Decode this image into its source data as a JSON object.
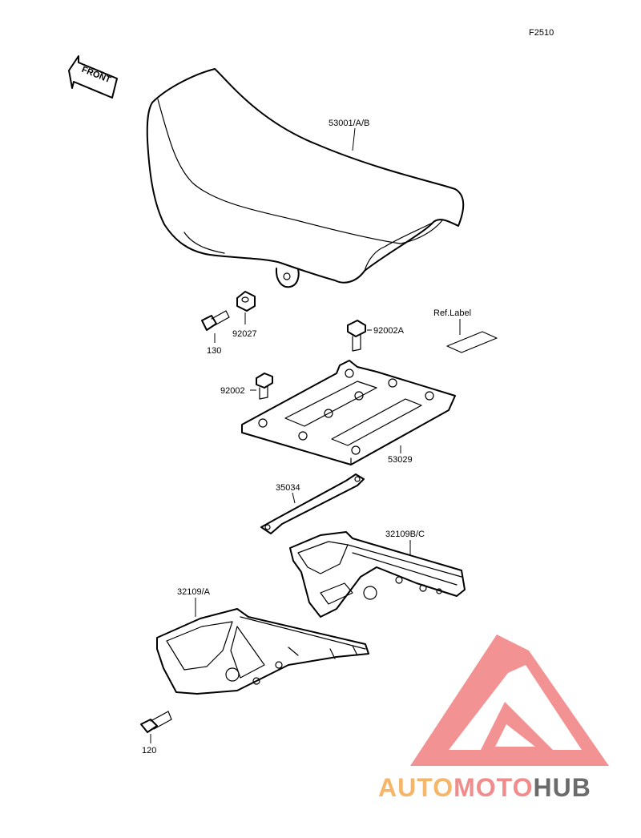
{
  "figure_code": "F2510",
  "front_arrow_text": "FRONT",
  "ref_label_text": "Ref.Label",
  "parts": {
    "seat": "53001/A/B",
    "collar": "92027",
    "bolt_130": "130",
    "bolt_92002a": "92002A",
    "bolt_92002": "92002",
    "seat_bracket": "53029",
    "strap": "35034",
    "frame_bc": "32109B/C",
    "frame_a": "32109/A",
    "bolt_120": "120"
  },
  "watermark": {
    "part1": "AUTO",
    "part2": "MOTO",
    "part3": "HUB",
    "colors": {
      "auto": "#f5b66a",
      "moto": "#f08c8c",
      "hub": "#6b6b6b",
      "logo": "#f07f7f"
    }
  }
}
